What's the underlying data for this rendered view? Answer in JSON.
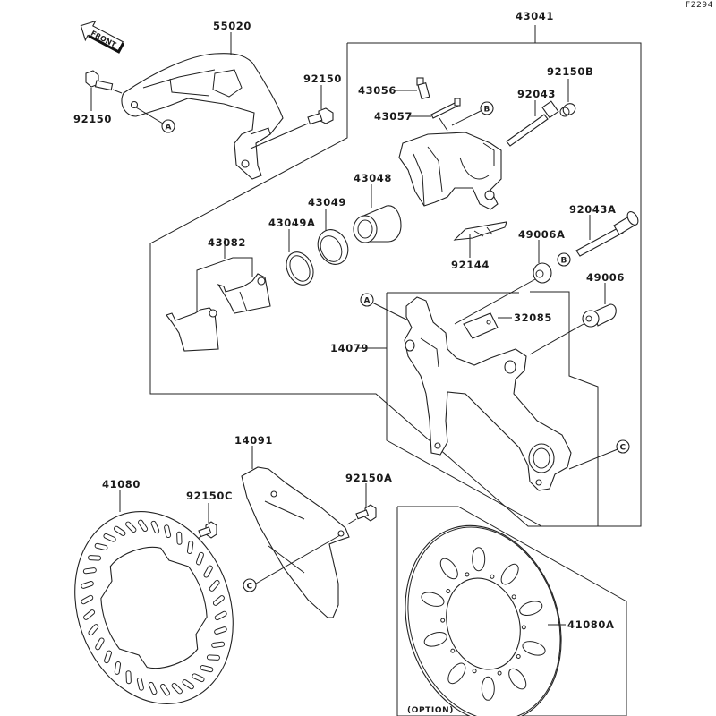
{
  "diagram": {
    "figure_code": "F2294",
    "front_arrow_label": "FRONT",
    "option_label": "(OPTION)",
    "colors": {
      "line": "#222222",
      "background": "#ffffff"
    },
    "assembly_label": "43041",
    "parts": {
      "p55020": "55020",
      "p92150_left": "92150",
      "p92150_right": "92150",
      "p43056": "43056",
      "p43057": "43057",
      "p92043": "92043",
      "p92150B": "92150B",
      "p43048": "43048",
      "p43049": "43049",
      "p43049A": "43049A",
      "p43082": "43082",
      "p92144": "92144",
      "p92043A": "92043A",
      "p49006A": "49006A",
      "p49006": "49006",
      "p32085": "32085",
      "p14079": "14079",
      "p14091": "14091",
      "p41080": "41080",
      "p92150C": "92150C",
      "p92150A": "92150A",
      "p41080A": "41080A"
    },
    "refs": {
      "a": "A",
      "b": "B",
      "c": "C"
    }
  }
}
